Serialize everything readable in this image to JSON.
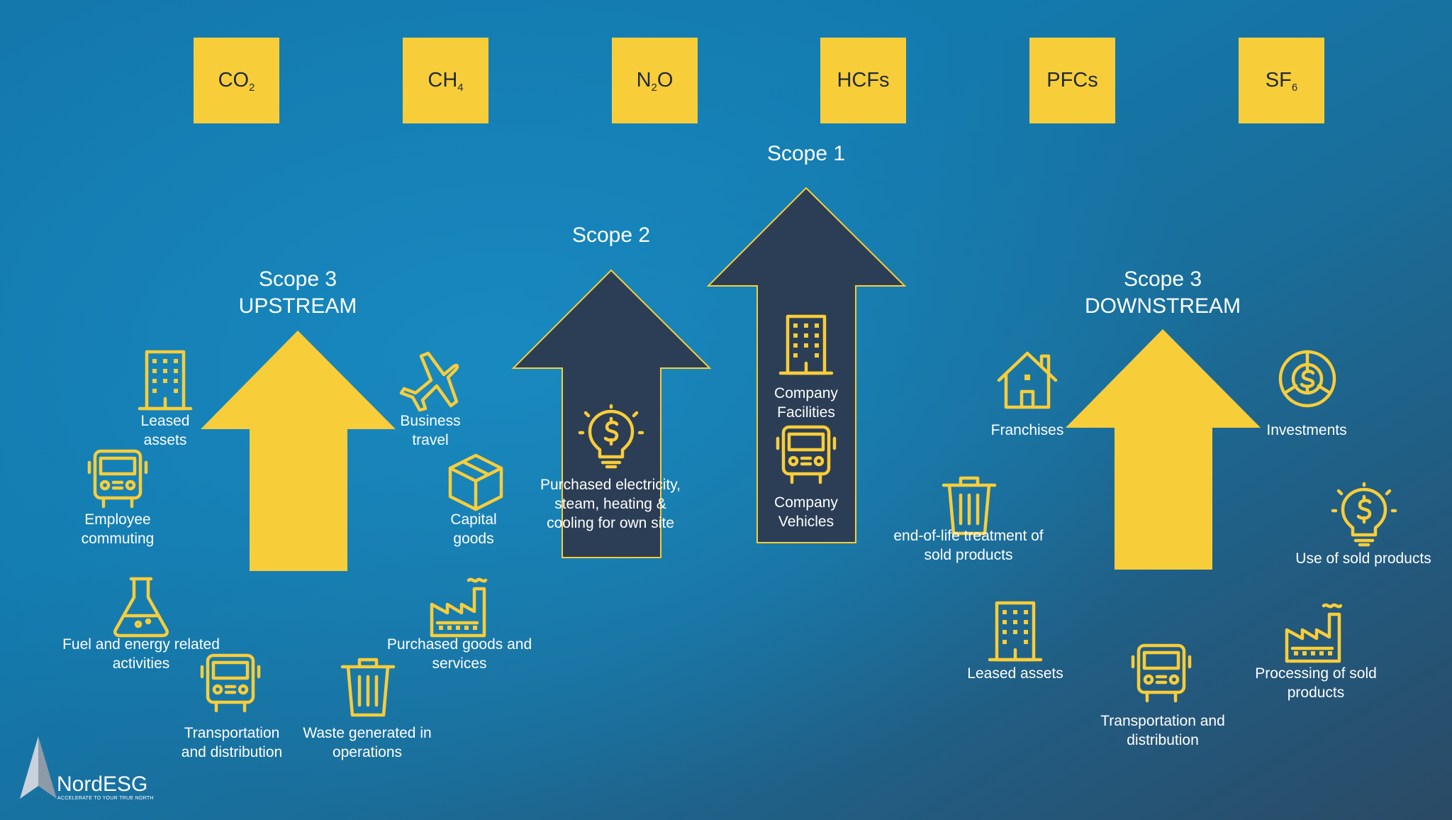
{
  "gases": [
    {
      "main": "CO",
      "sub": "2",
      "tail": ""
    },
    {
      "main": "CH",
      "sub": "4",
      "tail": ""
    },
    {
      "main": "N",
      "sub": "2",
      "tail": "O"
    },
    {
      "main": "HCFs",
      "sub": "",
      "tail": ""
    },
    {
      "main": "PFCs",
      "sub": "",
      "tail": ""
    },
    {
      "main": "SF",
      "sub": "6",
      "tail": ""
    }
  ],
  "scopes": {
    "scope1": "Scope 1",
    "scope2": "Scope 2",
    "scope3_upstream": {
      "line1": "Scope 3",
      "line2": "UPSTREAM"
    },
    "scope3_downstream": {
      "line1": "Scope 3",
      "line2": "DOWNSTREAM"
    }
  },
  "scope1_items": {
    "facilities": {
      "line1": "Company",
      "line2": "Facilities"
    },
    "vehicles": {
      "line1": "Company",
      "line2": "Vehicles"
    }
  },
  "scope2_items": {
    "electricity": {
      "line1": "Purchased electricity,",
      "line2": "steam, heating &",
      "line3": "cooling for own site"
    }
  },
  "upstream_items": {
    "leased_assets": {
      "line1": "Leased",
      "line2": "assets"
    },
    "business_travel": {
      "line1": "Business",
      "line2": "travel"
    },
    "employee_commuting": {
      "line1": "Employee",
      "line2": "commuting"
    },
    "capital_goods": {
      "line1": "Capital",
      "line2": "goods"
    },
    "fuel_energy": {
      "line1": "Fuel and energy related",
      "line2": "activities"
    },
    "purchased_goods": {
      "line1": "Purchased goods and",
      "line2": "services"
    },
    "transportation": {
      "line1": "Transportation",
      "line2": "and distribution"
    },
    "waste": {
      "line1": "Waste generated in",
      "line2": "operations"
    }
  },
  "downstream_items": {
    "franchises": "Franchises",
    "investments": "Investments",
    "end_of_life": {
      "line1": "end-of-life treatment of",
      "line2": "sold products"
    },
    "use_of_sold": "Use of sold products",
    "leased_assets": "Leased assets",
    "processing": {
      "line1": "Processing of sold",
      "line2": "products"
    },
    "transportation": {
      "line1": "Transportation and",
      "line2": "distribution"
    }
  },
  "logo": {
    "name": "NordESG",
    "tagline": "ACCELERATE TO YOUR TRUE NORTH"
  },
  "colors": {
    "accent_yellow": "#f8cd3a",
    "arrow_dark": "#2b3e55",
    "text": "#ffffff"
  }
}
